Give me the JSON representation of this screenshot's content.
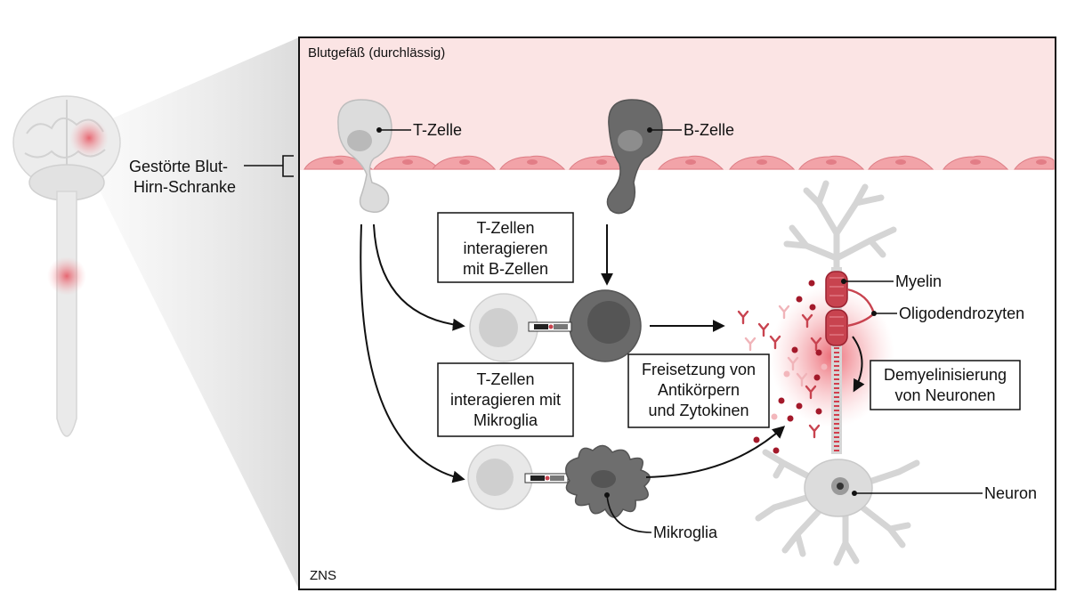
{
  "labels": {
    "blood_vessel": "Blutgefäß (durchlässig)",
    "barrier_line1": "Gestörte Blut-",
    "barrier_line2": "Hirn-Schranke",
    "t_cell": "T-Zelle",
    "b_cell": "B-Zelle",
    "tb_interaction": [
      "T-Zellen",
      "interagieren",
      "mit B-Zellen"
    ],
    "tm_interaction": [
      "T-Zellen",
      "interagieren mit",
      "Mikroglia"
    ],
    "release": [
      "Freisetzung von",
      "Antikörpern",
      "und Zytokinen"
    ],
    "demyelination": [
      "Demyelinisierung",
      "von Neuronen"
    ],
    "myelin": "Myelin",
    "oligodendrocytes": "Oligodendrozyten",
    "neuron": "Neuron",
    "microglia": "Mikroglia",
    "cns": "ZNS"
  },
  "colors": {
    "vessel": "#fbe4e4",
    "endothelial": "#f2a3a8",
    "myelin": "#c8434f",
    "inflammation": "#e85a66",
    "t_cell": "#dcdcdc",
    "b_cell": "#6a6a6a",
    "microglia": "#6e6e6e"
  }
}
